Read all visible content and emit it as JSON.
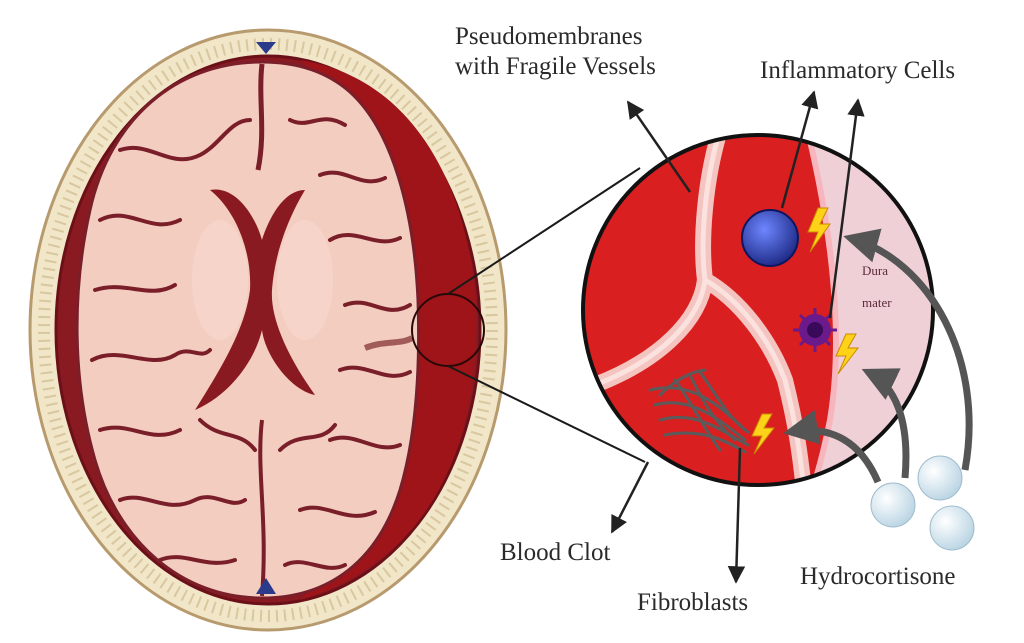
{
  "labels": {
    "pseudomembranes_line1": "Pseudomembranes",
    "pseudomembranes_line2": "with Fragile Vessels",
    "inflammatory_cells": "Inflammatory Cells",
    "dura_line1": "Dura",
    "dura_line2": "mater",
    "blood_clot": "Blood Clot",
    "fibroblasts": "Fibroblasts",
    "hydrocortisone": "Hydrocortisone"
  },
  "colors": {
    "skull": "#f1e6c8",
    "skull_outline": "#b79a6d",
    "brain": "#f3cdbf",
    "sulci": "#7a1f2a",
    "hematoma": "#9e1418",
    "circle_red": "#d91f1f",
    "dura_pink": "#efd0d6",
    "vessel": "#f4c4c0",
    "inflammatory_cell": "#2b3fb8",
    "lightning": "#ffd21a",
    "hydrocortisone": "#dbeaf2",
    "arrow": "#222222"
  }
}
